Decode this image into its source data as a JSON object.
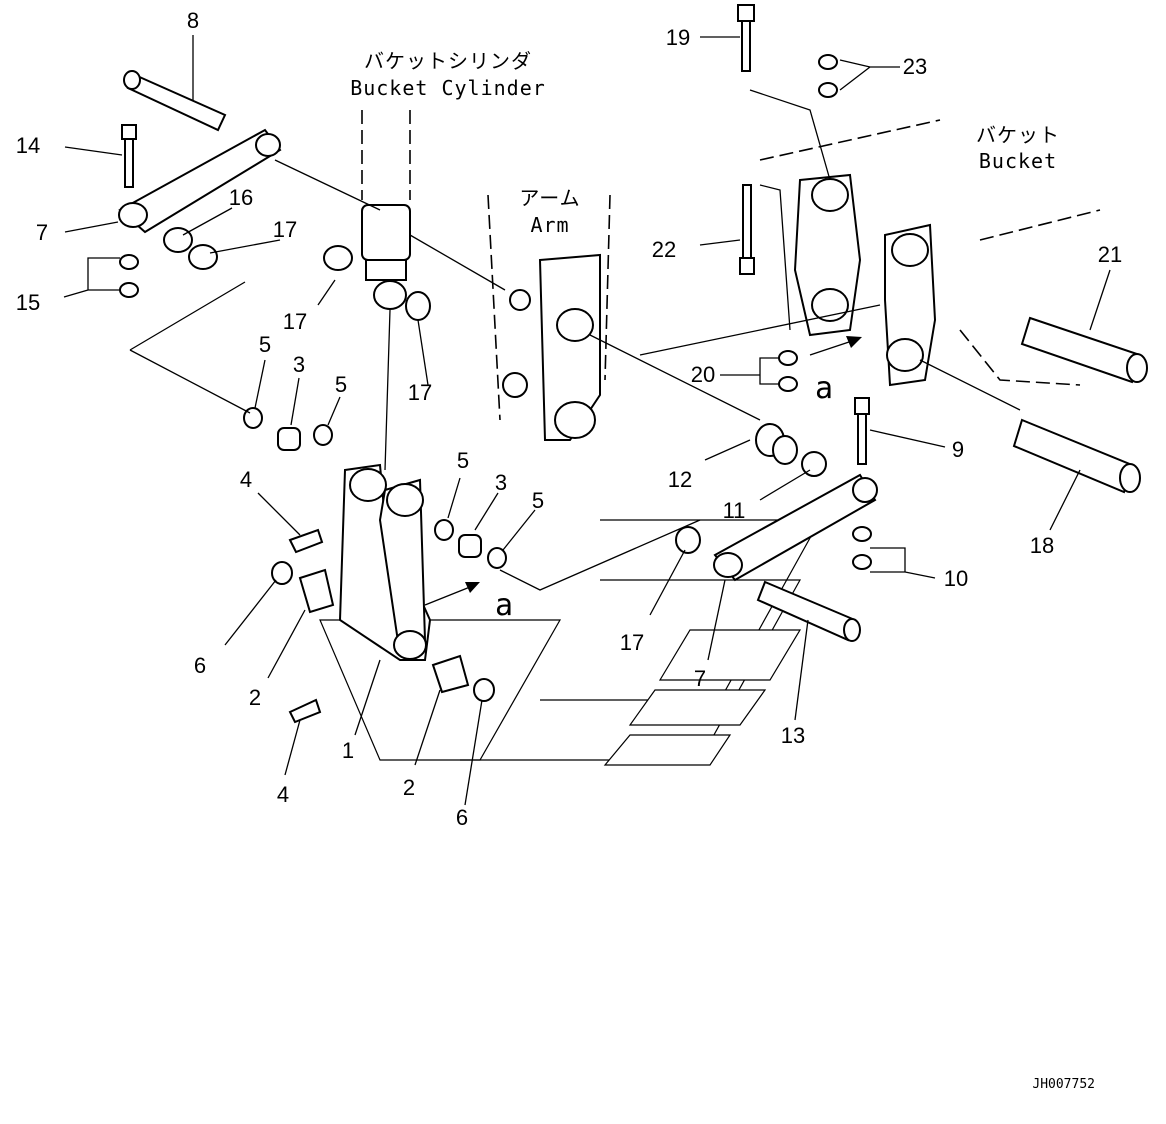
{
  "diagram": {
    "drawing_code": "JH007752",
    "callouts": {
      "bucket_cylinder": {
        "jp": "バケットシリンダ",
        "en": "Bucket Cylinder"
      },
      "arm": {
        "jp": "アーム",
        "en": "Arm"
      },
      "bucket": {
        "jp": "バケット",
        "en": "Bucket"
      }
    },
    "view_marker": "a",
    "part_labels": [
      {
        "id": "p8",
        "text": "8"
      },
      {
        "id": "p14",
        "text": "14"
      },
      {
        "id": "p7a",
        "text": "7"
      },
      {
        "id": "p16",
        "text": "16"
      },
      {
        "id": "p17a",
        "text": "17"
      },
      {
        "id": "p15",
        "text": "15"
      },
      {
        "id": "p17b",
        "text": "17"
      },
      {
        "id": "p17c",
        "text": "17"
      },
      {
        "id": "p5a",
        "text": "5"
      },
      {
        "id": "p3a",
        "text": "3"
      },
      {
        "id": "p5b",
        "text": "5"
      },
      {
        "id": "p4a",
        "text": "4"
      },
      {
        "id": "p5c",
        "text": "5"
      },
      {
        "id": "p3b",
        "text": "3"
      },
      {
        "id": "p5d",
        "text": "5"
      },
      {
        "id": "p6a",
        "text": "6"
      },
      {
        "id": "p2a",
        "text": "2"
      },
      {
        "id": "p1",
        "text": "1"
      },
      {
        "id": "p4b",
        "text": "4"
      },
      {
        "id": "p2b",
        "text": "2"
      },
      {
        "id": "p6b",
        "text": "6"
      },
      {
        "id": "p19",
        "text": "19"
      },
      {
        "id": "p23",
        "text": "23"
      },
      {
        "id": "p22",
        "text": "22"
      },
      {
        "id": "p21",
        "text": "21"
      },
      {
        "id": "p20",
        "text": "20"
      },
      {
        "id": "p12",
        "text": "12"
      },
      {
        "id": "p9",
        "text": "9"
      },
      {
        "id": "p11",
        "text": "11"
      },
      {
        "id": "p18",
        "text": "18"
      },
      {
        "id": "p10",
        "text": "10"
      },
      {
        "id": "p17d",
        "text": "17"
      },
      {
        "id": "p7b",
        "text": "7"
      },
      {
        "id": "p13",
        "text": "13"
      }
    ]
  }
}
